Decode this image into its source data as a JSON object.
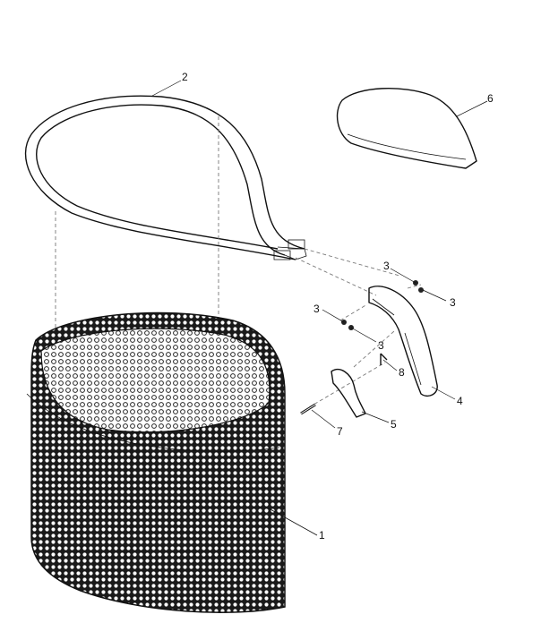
{
  "diagram": {
    "callouts": [
      {
        "id": "1",
        "label": "1"
      },
      {
        "id": "2",
        "label": "2"
      },
      {
        "id": "3a",
        "label": "3"
      },
      {
        "id": "3b",
        "label": "3"
      },
      {
        "id": "3c",
        "label": "3"
      },
      {
        "id": "3d",
        "label": "3"
      },
      {
        "id": "4",
        "label": "4"
      },
      {
        "id": "5",
        "label": "5"
      },
      {
        "id": "6",
        "label": "6"
      },
      {
        "id": "7",
        "label": "7"
      },
      {
        "id": "8",
        "label": "8"
      }
    ]
  }
}
